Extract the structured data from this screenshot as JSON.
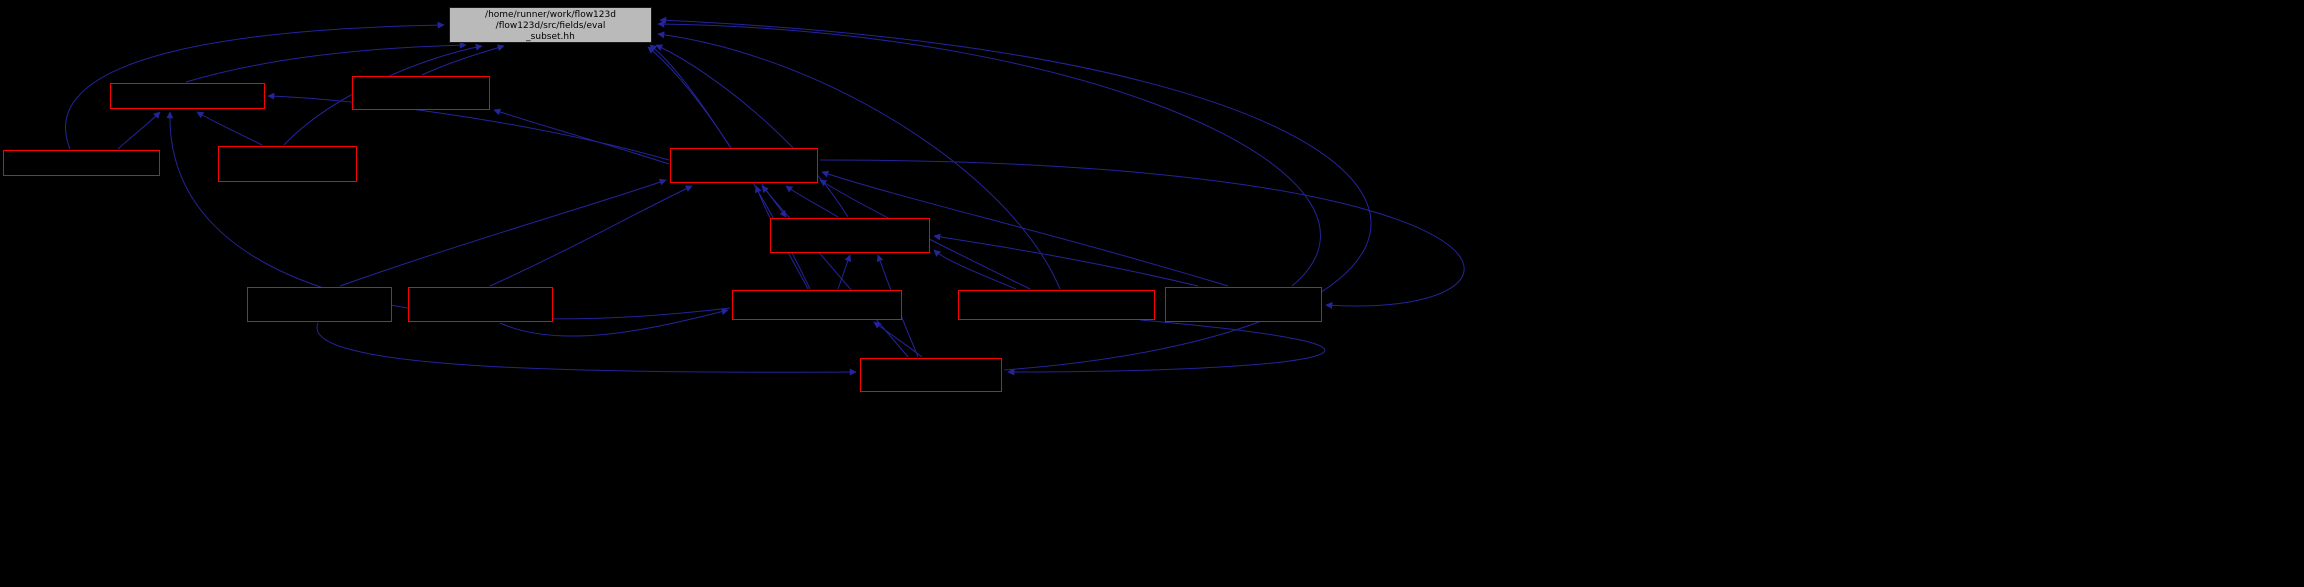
{
  "root_file": {
    "line1": "/home/runner/work/flow123d",
    "line2": "/flow123d/src/fields/eval",
    "line3": "_subset.hh",
    "full_path": "/home/runner/work/flow123d/flow123d/src/fields/eval_subset.hh"
  },
  "nodes": [
    {
      "id": "node-1",
      "label": ""
    },
    {
      "id": "node-2",
      "label": ""
    },
    {
      "id": "node-3",
      "label": ""
    },
    {
      "id": "node-4",
      "label": ""
    },
    {
      "id": "node-5",
      "label": ""
    },
    {
      "id": "node-6",
      "label": ""
    },
    {
      "id": "node-7",
      "label": ""
    },
    {
      "id": "node-8",
      "label": ""
    },
    {
      "id": "node-9",
      "label": ""
    },
    {
      "id": "node-10",
      "label": ""
    },
    {
      "id": "node-11",
      "label": ""
    },
    {
      "id": "node-12",
      "label": ""
    }
  ],
  "colors": {
    "background": "#000000",
    "edge": "#24249b",
    "node_border": "#ff0000",
    "root_fill": "#bababa",
    "root_text": "#000000"
  }
}
